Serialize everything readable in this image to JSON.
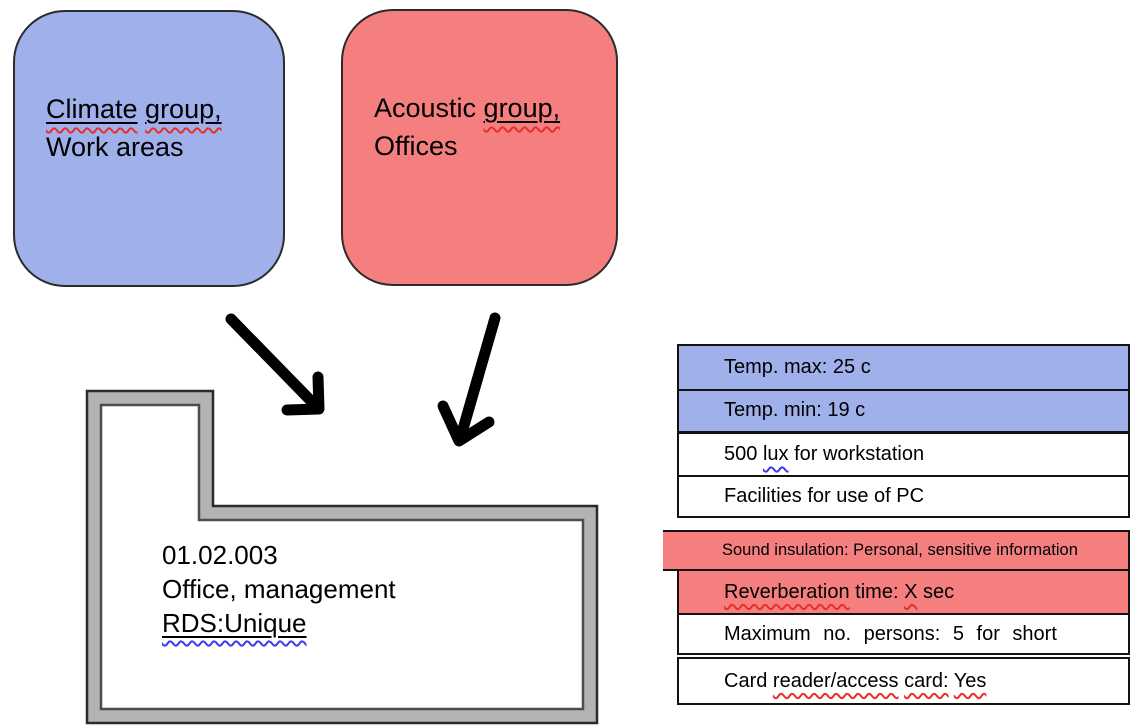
{
  "colors": {
    "group_blue": "#9fb0ea",
    "group_red": "#f57f7f",
    "wall_gray": "#b3b3b3",
    "border_black": "#121212",
    "spellcheck_red": "#e8302a",
    "spellcheck_blue": "#3b3bf0"
  },
  "climate_box": {
    "word1": "Climate",
    "word2": "group,",
    "line2": "Work areas"
  },
  "acoustic_box": {
    "lead": "Acoustic ",
    "underlined": "group,",
    "line2": "Offices"
  },
  "room": {
    "number": "01.02.003",
    "name": "Office, management",
    "rds": "RDS:Unique"
  },
  "table": {
    "rows": [
      {
        "text": "Temp. max: 25 c"
      },
      {
        "text": "Temp. min: 19 c"
      },
      {
        "pre": "500 ",
        "wavy": "lux",
        "post": " for workstation"
      },
      {
        "text": "Facilities for use of PC"
      },
      {
        "text": "Sound insulation: Personal, sensitive information"
      },
      {
        "wavy1": "Reverberation",
        "mid": " time: ",
        "wavy2": "X",
        "post": " sec"
      },
      {
        "text": "Maximum no. persons: 5 for short"
      },
      {
        "pre": "Card ",
        "wavy1": "reader/access",
        "mid": " ",
        "wavy2": "card:",
        "mid2": " ",
        "wavy3": "Yes"
      }
    ]
  }
}
